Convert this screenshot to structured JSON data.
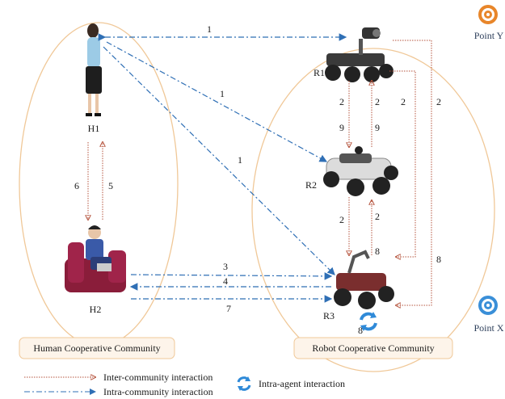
{
  "points": {
    "y": "Point Y",
    "x": "Point X"
  },
  "agents": {
    "h1": "H1",
    "h2": "H2",
    "r1": "R1",
    "r2": "R2",
    "r3": "R3"
  },
  "communities": {
    "human": "Human Cooperative Community",
    "robot": "Robot Cooperative Community"
  },
  "edge_labels": {
    "h1_r1": "1",
    "h1_r2": "1",
    "h1_r3": "1",
    "h1_h2": "6",
    "h2_h1": "5",
    "r1_r2_down": "2",
    "r1_r2_up": "2",
    "r2_r1_up": "9",
    "r2_r1_down": "9",
    "r1_r3_inner": "2",
    "r1_r3_outer": "2",
    "r2_r3_down": "2",
    "r3_r2_up": "2",
    "r3_r2_8": "8",
    "h2_r3": "3",
    "r3_h2": "4",
    "h2_r3_b": "7",
    "r3_r1_outer": "8",
    "r3_self": "8"
  },
  "legend": {
    "inter": "Inter-community interaction",
    "intra": "Intra-community interaction",
    "agent": "Intra-agent interaction"
  },
  "colors": {
    "inter": "#b5533c",
    "intra": "#2f6fb5",
    "ring": "#f0c898",
    "target_orange": "#e8862a",
    "target_blue": "#3a8fd8"
  }
}
